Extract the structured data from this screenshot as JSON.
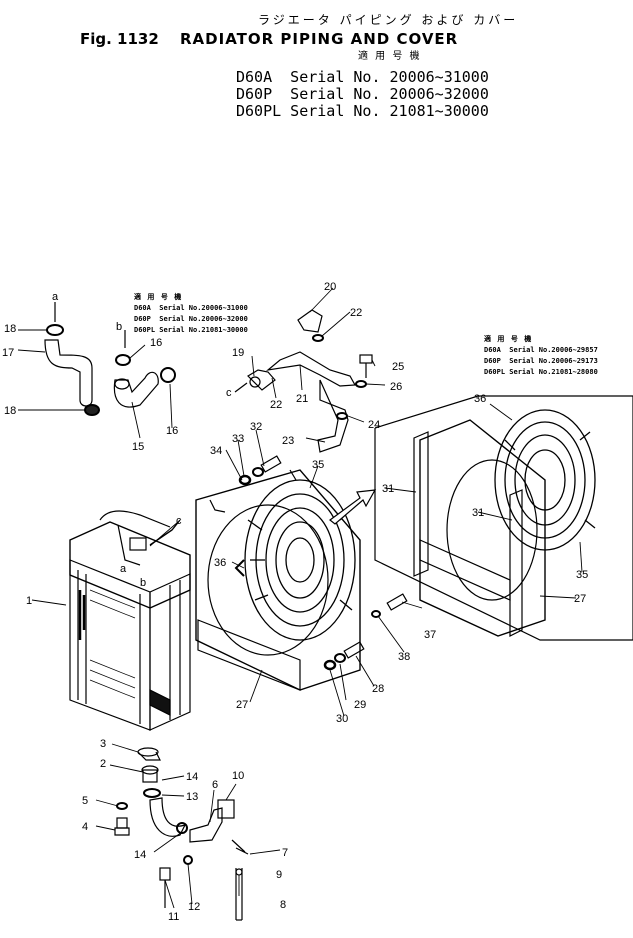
{
  "header": {
    "japanese_title": "ラジエータ パイピング および カバー",
    "fig_label": "Fig. 1132",
    "title": "RADIATOR PIPING AND COVER",
    "applicability_jp": "適 用 号 機",
    "serials": [
      "D60A  Serial No. 20006~31000",
      "D60P  Serial No. 20006~32000",
      "D60PL Serial No. 21081~30000"
    ]
  },
  "box_left": {
    "heading": "適 用 号 機",
    "lines": [
      "D60A  Serial No.20006~31000",
      "D60P  Serial No.20006~32000",
      "D60PL Serial No.21081~30000"
    ]
  },
  "box_right": {
    "heading": "適 用 号 機",
    "lines": [
      "D60A  Serial No.20006~29857",
      "D60P  Serial No.20006~29173",
      "D60PL Serial No.21081~28080"
    ]
  },
  "callouts": {
    "n1": "1",
    "n2": "2",
    "n3": "3",
    "n4": "4",
    "n5": "5",
    "n6": "6",
    "n7": "7",
    "n8": "8",
    "n9": "9",
    "n10": "10",
    "n11": "11",
    "n12": "12",
    "n13": "13",
    "n14a": "14",
    "n14b": "14",
    "n15": "15",
    "n16a": "16",
    "n16b": "16",
    "n17": "17",
    "n18a": "18",
    "n18b": "18",
    "n19": "19",
    "n20": "20",
    "n21": "21",
    "n22a": "22",
    "n22b": "22",
    "n23": "23",
    "n24": "24",
    "n25": "25",
    "n26": "26",
    "n27a": "27",
    "n27b": "27",
    "n28": "28",
    "n29": "29",
    "n30": "30",
    "n31a": "31",
    "n31b": "31",
    "n32": "32",
    "n33": "33",
    "n34": "34",
    "n35a": "35",
    "n35b": "35",
    "n36a": "36",
    "n36b": "36",
    "n37": "37",
    "n38": "38",
    "la": "a",
    "lb1": "b",
    "lb2": "b",
    "lc1": "c",
    "lc2": "c",
    "la2": "a"
  }
}
